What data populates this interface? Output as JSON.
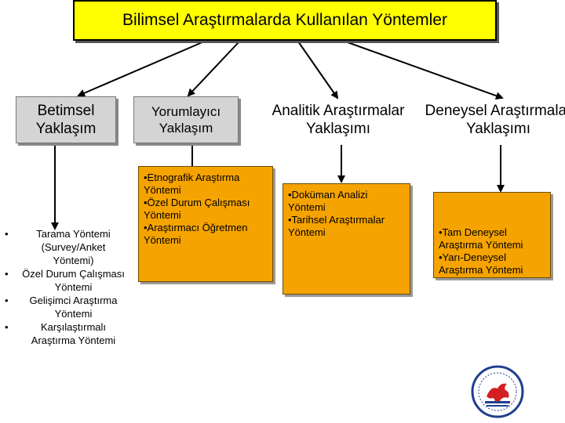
{
  "title": "Bilimsel Araştırmalarda Kullanılan Yöntemler",
  "categories": [
    {
      "line1": "Betimsel",
      "line2": "Yaklaşım"
    },
    {
      "line1": "Yorumlayıcı",
      "line2": "Yaklaşım"
    },
    {
      "line1": "Analitik Araştırmalar",
      "line2": "Yaklaşımı"
    },
    {
      "line1": "Deneysel Araştırmalar",
      "line2": "Yaklaşımı"
    }
  ],
  "betimsel_methods": [
    "Tarama Yöntemi (Survey/Anket Yöntemi)",
    "Özel Durum Çalışması Yöntemi",
    "Gelişimci Araştırma Yöntemi",
    "Karşılaştırmalı Araştırma Yöntemi"
  ],
  "yorumlayici_methods": [
    "•Etnografik Araştırma Yöntemi",
    "•Özel Durum Çalışması Yöntemi",
    "•Araştırmacı Öğretmen Yöntemi"
  ],
  "analitik_methods": [
    "•Doküman Analizi Yöntemi",
    "•Tarihsel Araştırmalar Yöntemi"
  ],
  "deneysel_methods": [
    "•Tam Deneysel Araştırma Yöntemi",
    "•Yarı-Deneysel Araştırma Yöntemi"
  ],
  "bullet_symbol": "•",
  "colors": {
    "title_bg": "#ffff00",
    "category_bg": "#d4d4d4",
    "detail_bg": "#f5a300",
    "logo_blue": "#1f3f8f",
    "logo_red": "#d42020"
  }
}
